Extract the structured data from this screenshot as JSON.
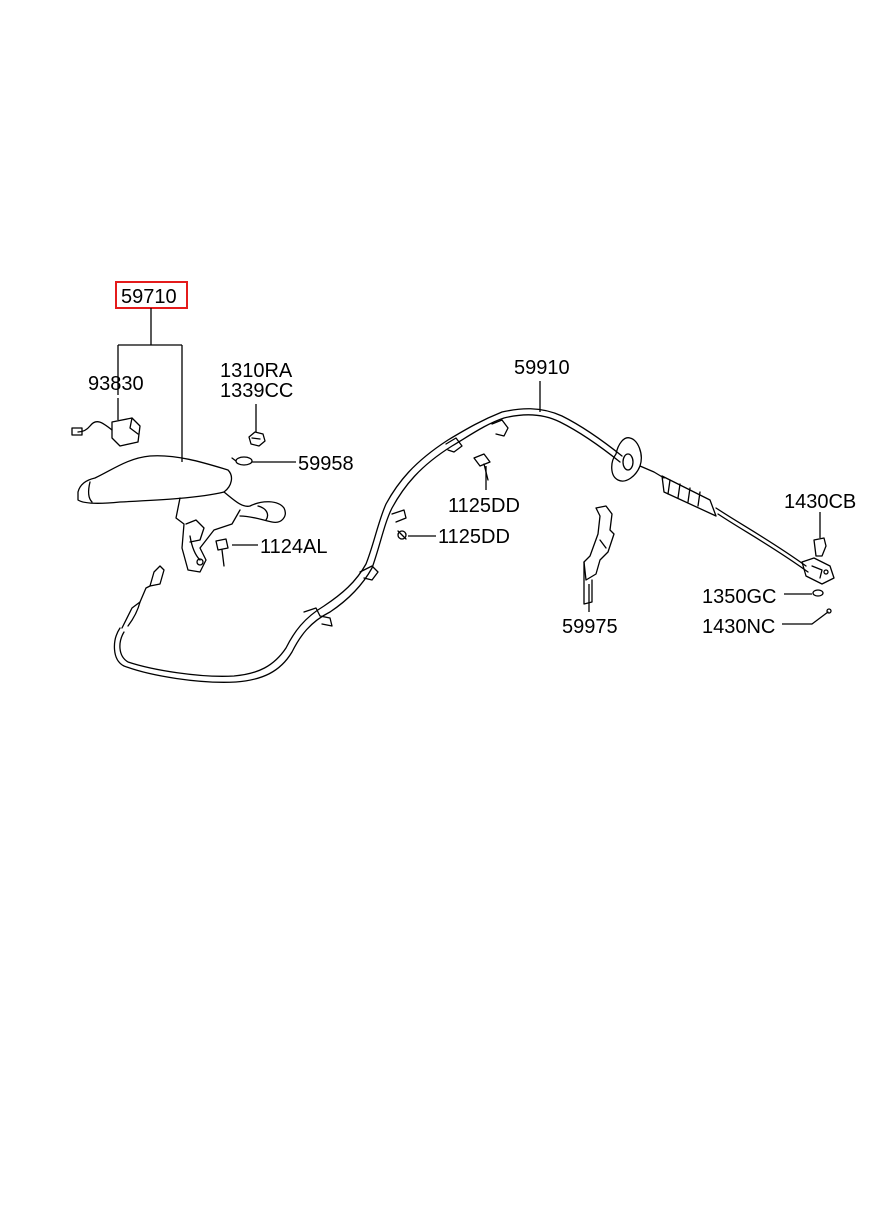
{
  "labels": {
    "p59710": "59710",
    "p93830": "93830",
    "p1310RA": "1310RA",
    "p1339CC": "1339CC",
    "p59958": "59958",
    "p1124AL": "1124AL",
    "p59910": "59910",
    "p1125DD_a": "1125DD",
    "p1125DD_b": "1125DD",
    "p59975": "59975",
    "p1430CB": "1430CB",
    "p1350GC": "1350GC",
    "p1430NC": "1430NC"
  },
  "colors": {
    "highlight": "#e41b1b",
    "line": "#000000",
    "background": "#ffffff"
  }
}
